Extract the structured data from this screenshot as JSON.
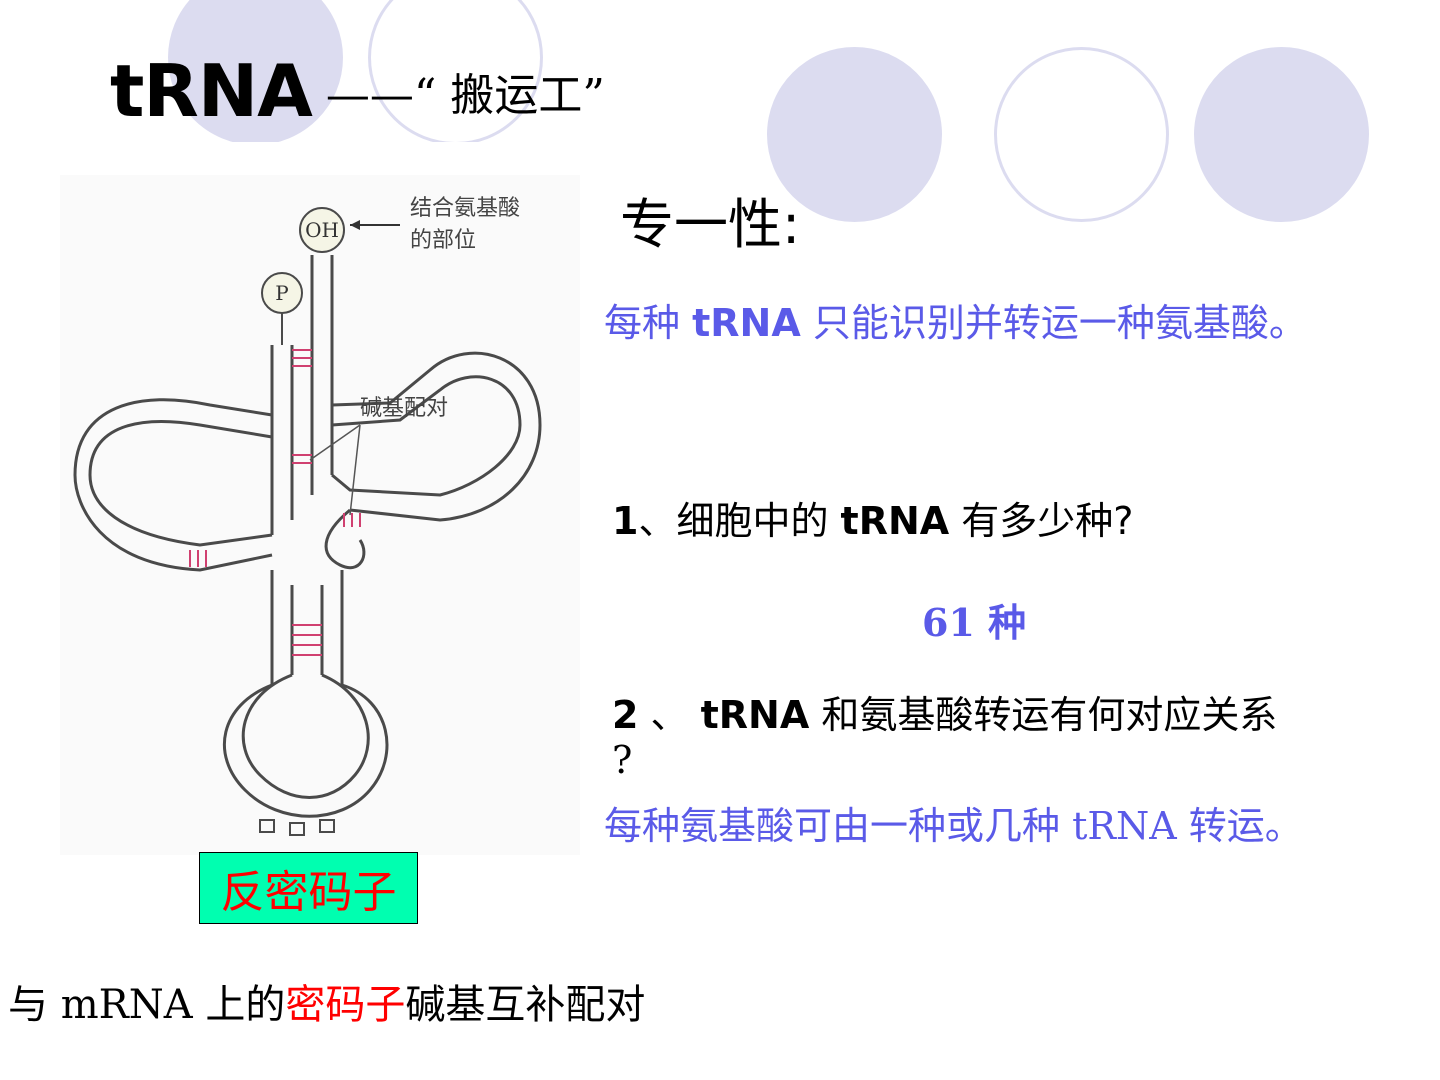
{
  "title": {
    "main": "tRNA",
    "sub": "——“ 搬运工”"
  },
  "specificity": {
    "heading": "专一性:",
    "statement_pre": "每种 ",
    "statement_bold": "tRNA",
    "statement_post": " 只能识别并转运一种氨基酸。"
  },
  "question1": {
    "num": "1",
    "pre": "、细胞中的 ",
    "bold": "tRNA",
    "post": " 有多少种?",
    "answer": "61 种"
  },
  "question2": {
    "num": "2",
    "pre": " 、 ",
    "bold": "tRNA",
    "post": " 和氨基酸转运有何对应关系",
    "cont": "?",
    "answer": "每种氨基酸可由一种或几种 tRNA 转运。"
  },
  "diagram": {
    "oh_label": "OH",
    "p_label": "P",
    "annotation_top_1": "结合氨基酸",
    "annotation_top_2": "的部位",
    "annotation_pairing": "碱基配对",
    "anticodon_label": "反密码子"
  },
  "bottom": {
    "pre": "与 ",
    "mrna": "mRNA",
    "mid": " 上的",
    "red": "密码子",
    "post": "碱基互补配对"
  },
  "colors": {
    "circle_fill": "#dcdcf0",
    "circle_stroke": "#dcdcf0",
    "answer_blue": "#5a5ae8",
    "label_bg": "#00ffb0",
    "highlight_red": "#ff0000"
  }
}
